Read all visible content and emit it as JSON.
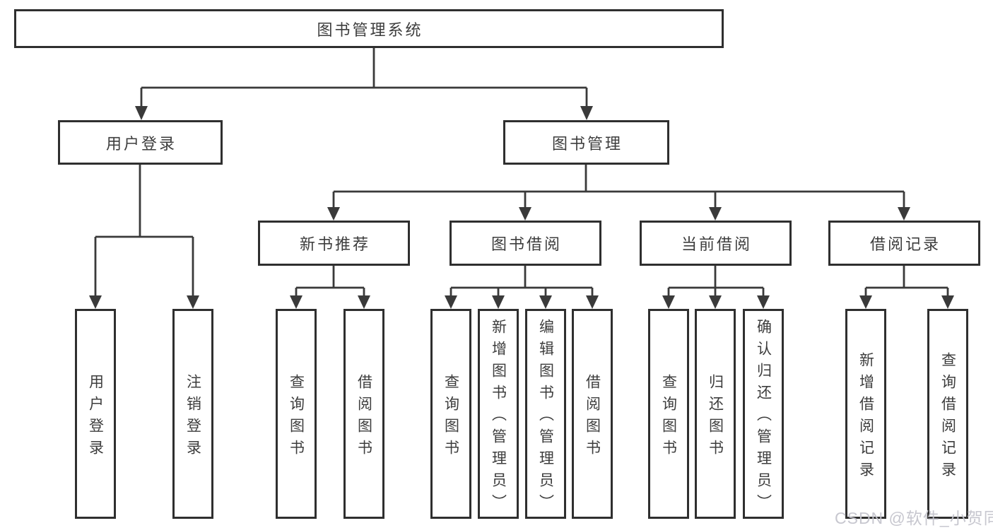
{
  "diagram": {
    "root": {
      "label": "图书管理系统"
    },
    "branches": [
      {
        "label": "用户登录",
        "children": [
          {
            "label": "用户登录"
          },
          {
            "label": "注销登录"
          }
        ]
      },
      {
        "label": "图书管理",
        "children": [
          {
            "label": "新书推荐",
            "children": [
              {
                "label": "查询图书"
              },
              {
                "label": "借阅图书"
              }
            ]
          },
          {
            "label": "图书借阅",
            "children": [
              {
                "label": "查询图书"
              },
              {
                "label": "新增图书（管理员）"
              },
              {
                "label": "编辑图书（管理员）"
              },
              {
                "label": "借阅图书"
              }
            ]
          },
          {
            "label": "当前借阅",
            "children": [
              {
                "label": "查询图书"
              },
              {
                "label": "归还图书"
              },
              {
                "label": "确认归还（管理员）"
              }
            ]
          },
          {
            "label": "借阅记录",
            "children": [
              {
                "label": "新增借阅记录"
              },
              {
                "label": "查询借阅记录"
              }
            ]
          }
        ]
      }
    ]
  },
  "watermark": {
    "text": "CSDN @软件_小贺同学"
  },
  "colors": {
    "background": "#ffffff",
    "box_border": "#2f2f2f",
    "box_fill": "#ffffff",
    "line": "#3a3a3a",
    "text": "#3d3d3d",
    "watermark_text": "#c4c4cc"
  }
}
